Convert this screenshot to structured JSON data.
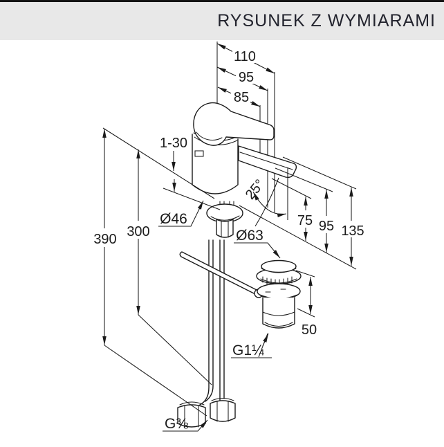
{
  "header": {
    "title": "RYSUNEK Z WYMIARAMI",
    "colors": {
      "background": "#e8e8e8",
      "top_bar": "#141414",
      "text": "#23242e"
    }
  },
  "drawing": {
    "description": "Isometric dimension drawing of a single-lever basin mixer with pop-up waste",
    "line_color": "#1b1b1b",
    "background": "#ffffff",
    "labels": {
      "width_110": "110",
      "width_95": "95",
      "width_85": "85",
      "deck_range": "1-30",
      "angle": "25°",
      "base_diameter": "Ø46",
      "waste_diameter": "Ø63",
      "height_390": "390",
      "height_300": "300",
      "height_75": "75",
      "height_95": "95",
      "height_135": "135",
      "waste_height_50": "50",
      "waste_thread": "G1¼",
      "hose_thread": "G⅜"
    }
  }
}
